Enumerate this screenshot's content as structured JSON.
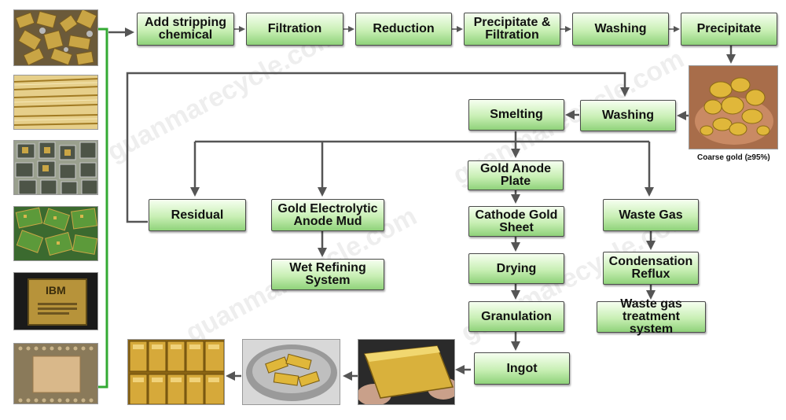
{
  "steps": {
    "add_stripping": "Add stripping chemical",
    "filtration": "Filtration",
    "reduction": "Reduction",
    "precip_filtration": "Precipitate & Filtration",
    "washing1": "Washing",
    "precipitate": "Precipitate",
    "washing2": "Washing",
    "smelting": "Smelting",
    "residual": "Residual",
    "anode_mud": "Gold Electrolytic Anode Mud",
    "wet_refining": "Wet Refining System",
    "anode_plate": "Gold Anode Plate",
    "cathode_sheet": "Cathode Gold Sheet",
    "drying": "Drying",
    "granulation": "Granulation",
    "ingot": "Ingot",
    "waste_gas": "Waste Gas",
    "condensation": "Condensation Reflux",
    "waste_treatment": "Waste gas treatment system"
  },
  "photos": {
    "coarse_gold_caption": "Coarse gold (≥95%)",
    "cpu_chip_text": "IBM"
  },
  "watermark": "guanmarecycle.com",
  "colors": {
    "box_top": "#f6fff0",
    "box_bottom": "#8fd27a",
    "bracket": "#33aa33",
    "arrow": "#555555"
  }
}
